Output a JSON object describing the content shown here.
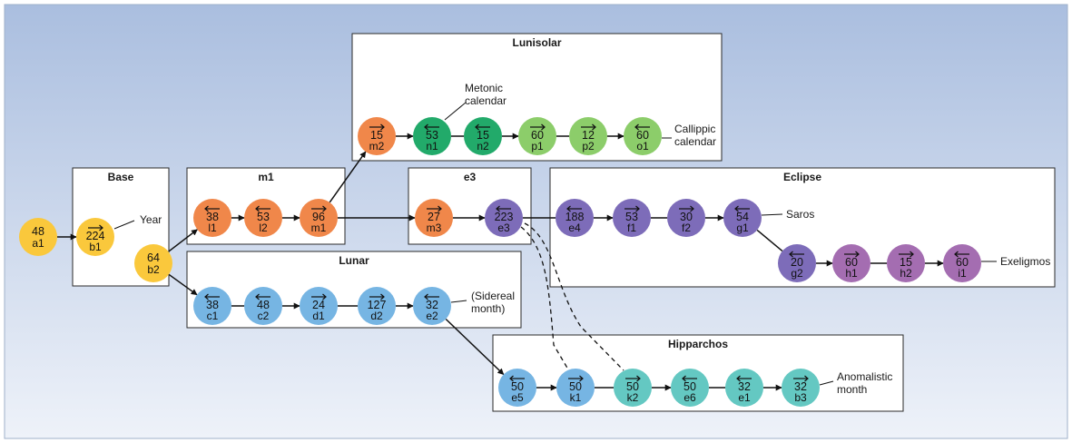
{
  "colors": {
    "yellow": "#fac83c",
    "orange": "#f0874a",
    "dark_green": "#22aa6a",
    "light_green": "#8ccd6a",
    "blue": "#76b5e3",
    "purple": "#7d6cb9",
    "magenta": "#a46db1",
    "teal": "#64c8c2"
  },
  "groups": [
    {
      "key": "base",
      "title": "Base"
    },
    {
      "key": "m1",
      "title": "m1"
    },
    {
      "key": "lunisolar",
      "title": "Lunisolar"
    },
    {
      "key": "e3",
      "title": "e3"
    },
    {
      "key": "eclipse",
      "title": "Eclipse"
    },
    {
      "key": "lunar",
      "title": "Lunar"
    },
    {
      "key": "hipparchos",
      "title": "Hipparchos"
    }
  ],
  "gears": [
    {
      "id": "a1",
      "teeth": "48",
      "color": "yellow",
      "dir": "none"
    },
    {
      "id": "b1",
      "teeth": "224",
      "color": "yellow",
      "dir": "right"
    },
    {
      "id": "b2",
      "teeth": "64",
      "color": "yellow",
      "dir": "none"
    },
    {
      "id": "l1",
      "teeth": "38",
      "color": "orange",
      "dir": "left"
    },
    {
      "id": "l2",
      "teeth": "53",
      "color": "orange",
      "dir": "left"
    },
    {
      "id": "m1",
      "teeth": "96",
      "color": "orange",
      "dir": "right"
    },
    {
      "id": "m2",
      "teeth": "15",
      "color": "orange",
      "dir": "right"
    },
    {
      "id": "n1",
      "teeth": "53",
      "color": "dark_green",
      "dir": "left"
    },
    {
      "id": "n2",
      "teeth": "15",
      "color": "dark_green",
      "dir": "left"
    },
    {
      "id": "p1",
      "teeth": "60",
      "color": "light_green",
      "dir": "right"
    },
    {
      "id": "p2",
      "teeth": "12",
      "color": "light_green",
      "dir": "right"
    },
    {
      "id": "o1",
      "teeth": "60",
      "color": "light_green",
      "dir": "left"
    },
    {
      "id": "m3",
      "teeth": "27",
      "color": "orange",
      "dir": "right"
    },
    {
      "id": "e3",
      "teeth": "223",
      "color": "purple",
      "dir": "left"
    },
    {
      "id": "e4",
      "teeth": "188",
      "color": "purple",
      "dir": "left"
    },
    {
      "id": "f1",
      "teeth": "53",
      "color": "purple",
      "dir": "right"
    },
    {
      "id": "f2",
      "teeth": "30",
      "color": "purple",
      "dir": "right"
    },
    {
      "id": "g1",
      "teeth": "54",
      "color": "purple",
      "dir": "left"
    },
    {
      "id": "g2",
      "teeth": "20",
      "color": "purple",
      "dir": "left"
    },
    {
      "id": "h1",
      "teeth": "60",
      "color": "magenta",
      "dir": "right"
    },
    {
      "id": "h2",
      "teeth": "15",
      "color": "magenta",
      "dir": "right"
    },
    {
      "id": "i1",
      "teeth": "60",
      "color": "magenta",
      "dir": "left"
    },
    {
      "id": "c1",
      "teeth": "38",
      "color": "blue",
      "dir": "left"
    },
    {
      "id": "c2",
      "teeth": "48",
      "color": "blue",
      "dir": "left"
    },
    {
      "id": "d1",
      "teeth": "24",
      "color": "blue",
      "dir": "right"
    },
    {
      "id": "d2",
      "teeth": "127",
      "color": "blue",
      "dir": "right"
    },
    {
      "id": "e2",
      "teeth": "32",
      "color": "blue",
      "dir": "left"
    },
    {
      "id": "e5",
      "teeth": "50",
      "color": "blue",
      "dir": "left"
    },
    {
      "id": "k1",
      "teeth": "50",
      "color": "blue",
      "dir": "right"
    },
    {
      "id": "k2",
      "teeth": "50",
      "color": "teal",
      "dir": "right"
    },
    {
      "id": "e6",
      "teeth": "50",
      "color": "teal",
      "dir": "left"
    },
    {
      "id": "e1",
      "teeth": "32",
      "color": "teal",
      "dir": "left"
    },
    {
      "id": "b3",
      "teeth": "32",
      "color": "teal",
      "dir": "right"
    }
  ],
  "annotations": {
    "year": "Year",
    "metonic": [
      "Metonic",
      "calendar"
    ],
    "callippic": [
      "Callippic",
      "calendar"
    ],
    "saros": "Saros",
    "exeligmos": "Exeligmos",
    "sidereal": [
      "(Sidereal",
      "month)"
    ],
    "anomalistic": [
      "Anomalistic",
      "month"
    ]
  }
}
